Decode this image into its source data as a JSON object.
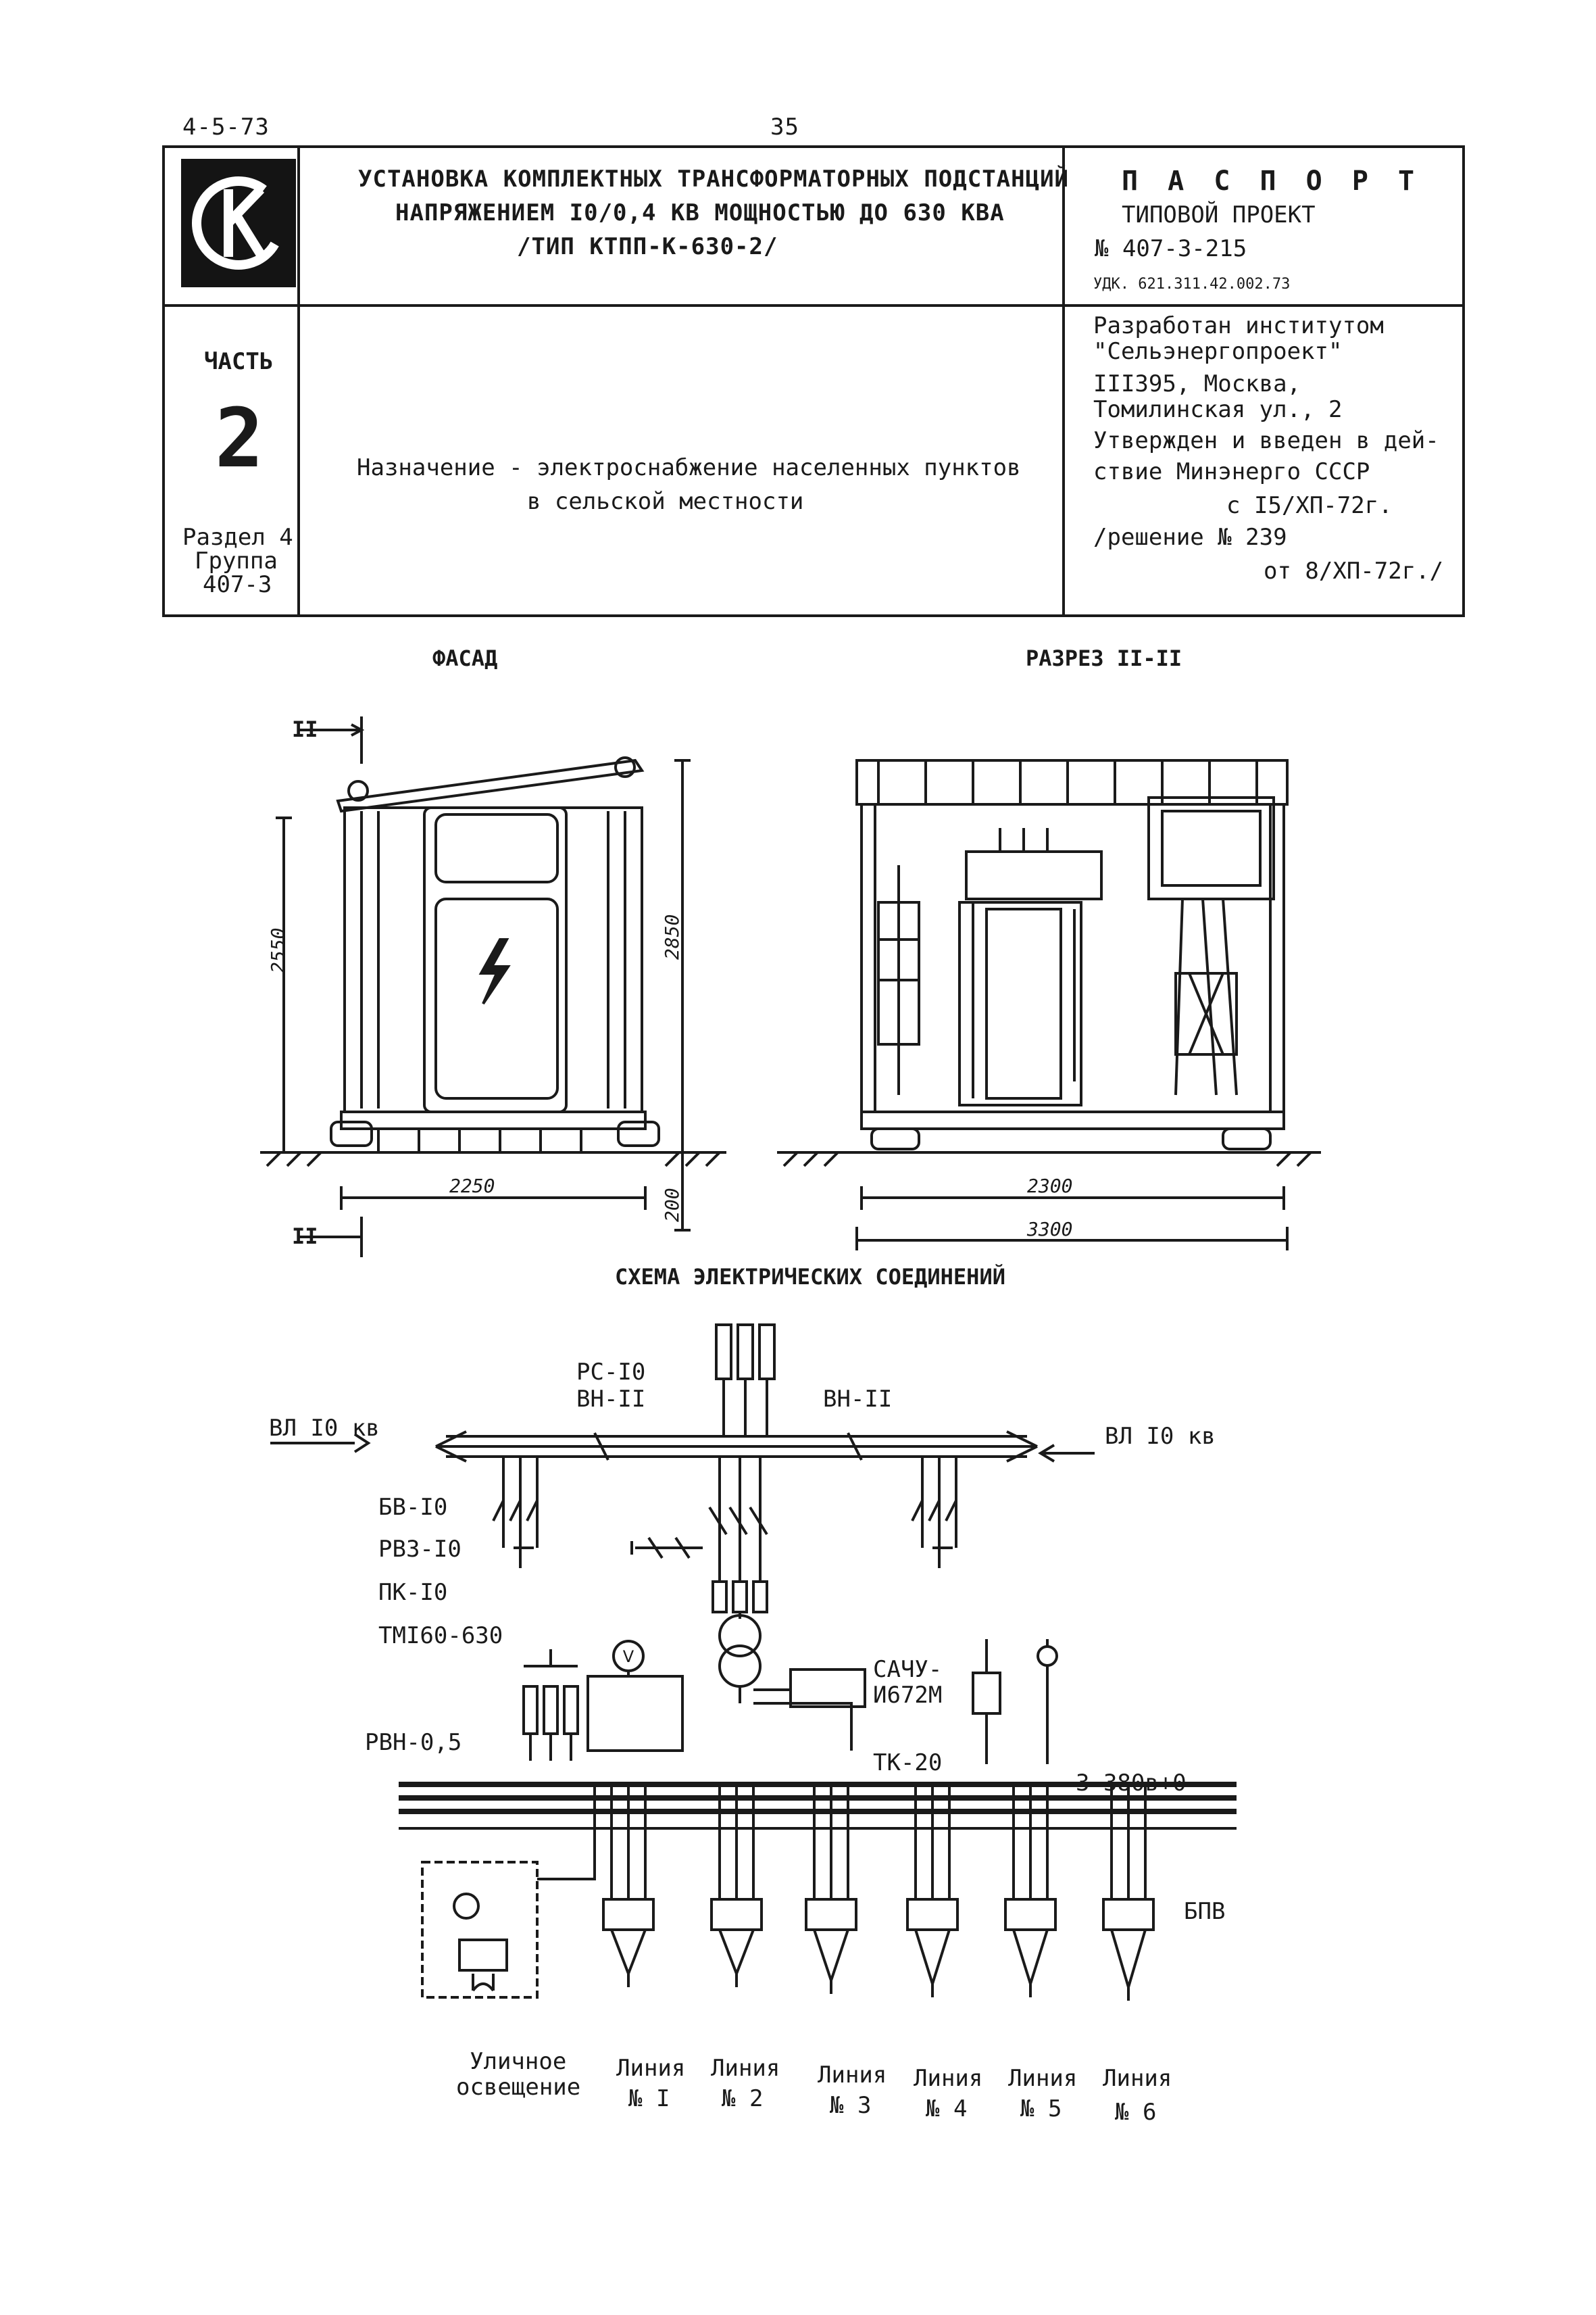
{
  "page": {
    "doc_code": "4-5-73",
    "page_number": "35"
  },
  "title_block": {
    "title_line1": "УСТАНОВКА КОМПЛЕКТНЫХ ТРАНСФОРМАТОРНЫХ ПОДСТАНЦИЙ",
    "title_line2": "НАПРЯЖЕНИЕМ I0/0,4 КВ МОЩНОСТЬЮ ДО 630 КВА",
    "title_line3": "/ТИП КТПП-К-630-2/",
    "passport": "П А С П О Р Т",
    "project_type": "ТИПОВОЙ ПРОЕКТ",
    "project_number": "№ 407-3-215",
    "udk": "УДК. 621.311.42.002.73",
    "part_label": "ЧАСТЬ",
    "part_number": "2",
    "section": "Раздел 4",
    "group": "Группа",
    "group_number": "407-3",
    "purpose_line1": "Назначение - электроснабжение населенных пунктов",
    "purpose_line2": "в сельской местности",
    "developer_line1": "Разработан институтом",
    "developer_line2": "\"Сельэнергопроект\"",
    "address_line1": "III395, Москва,",
    "address_line2": "Томилинская ул., 2",
    "approved_line1": "Утвержден и введен в дей-",
    "approved_line2": "ствие Минэнерго СССР",
    "approved_line3": "с I5/ХП-72г.",
    "decision_line1": "/решение № 239",
    "decision_line2": "от 8/ХП-72г./"
  },
  "drawings": {
    "facade_title": "ФАСАД",
    "section_title": "РАЗРЕЗ II-II",
    "section_mark": "II",
    "facade_dims": {
      "height_1": "2550",
      "height_2": "2850",
      "width": "2250",
      "base": "200"
    },
    "section_dims": {
      "width_1": "2300",
      "width_2": "3300"
    }
  },
  "schematic": {
    "title": "СХЕМА ЭЛЕКТРИЧЕСКИХ СОЕДИНЕНИЙ",
    "left_line": "ВЛ I0 кв",
    "right_line": "ВЛ I0 кв",
    "rs": "РС-I0",
    "vn_left": "ВН-II",
    "vn_right": "ВН-II",
    "bv": "БВ-I0",
    "rvz": "РВЗ-I0",
    "pk": "ПК-I0",
    "tm": "ТМI60-630",
    "rvn": "РВН-0,5",
    "sachu_1": "САЧУ-",
    "sachu_2": "И672М",
    "tk": "ТК-20",
    "bus": "3~380в+0",
    "bpv": "БПВ",
    "volt": "V",
    "street_1": "Уличное",
    "street_2": "освещение",
    "lines": [
      {
        "label": "Линия",
        "num": "№ I"
      },
      {
        "label": "Линия",
        "num": "№ 2"
      },
      {
        "label": "Линия",
        "num": "№ 3"
      },
      {
        "label": "Линия",
        "num": "№ 4"
      },
      {
        "label": "Линия",
        "num": "№ 5"
      },
      {
        "label": "Линия",
        "num": "№ 6"
      }
    ]
  }
}
